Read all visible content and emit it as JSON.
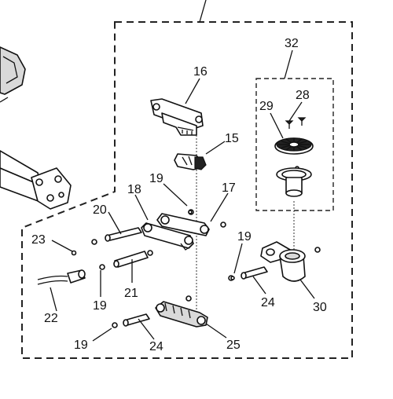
{
  "labels": {
    "p15": "15",
    "p16": "16",
    "p17": "17",
    "p18": "18",
    "p19a": "19",
    "p19b": "19",
    "p19c": "19",
    "p19d": "19",
    "p20": "20",
    "p21": "21",
    "p22": "22",
    "p23": "23",
    "p24a": "24",
    "p24b": "24",
    "p25": "25",
    "p28": "28",
    "p29": "29",
    "p30": "30",
    "p32": "32"
  }
}
